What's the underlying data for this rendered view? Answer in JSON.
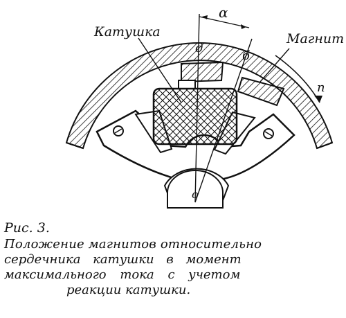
{
  "labels": {
    "coil": "Катушка",
    "magnet": "Магнит",
    "alpha": "α",
    "d": "д",
    "b": "б",
    "n": "n",
    "o": "о"
  },
  "caption": {
    "figure": "Рис. 3.",
    "lines": [
      "Положение магнитов относительно",
      "сердечника катушки в момент",
      "максимального тока с учетом",
      "реакции катушки."
    ]
  }
}
